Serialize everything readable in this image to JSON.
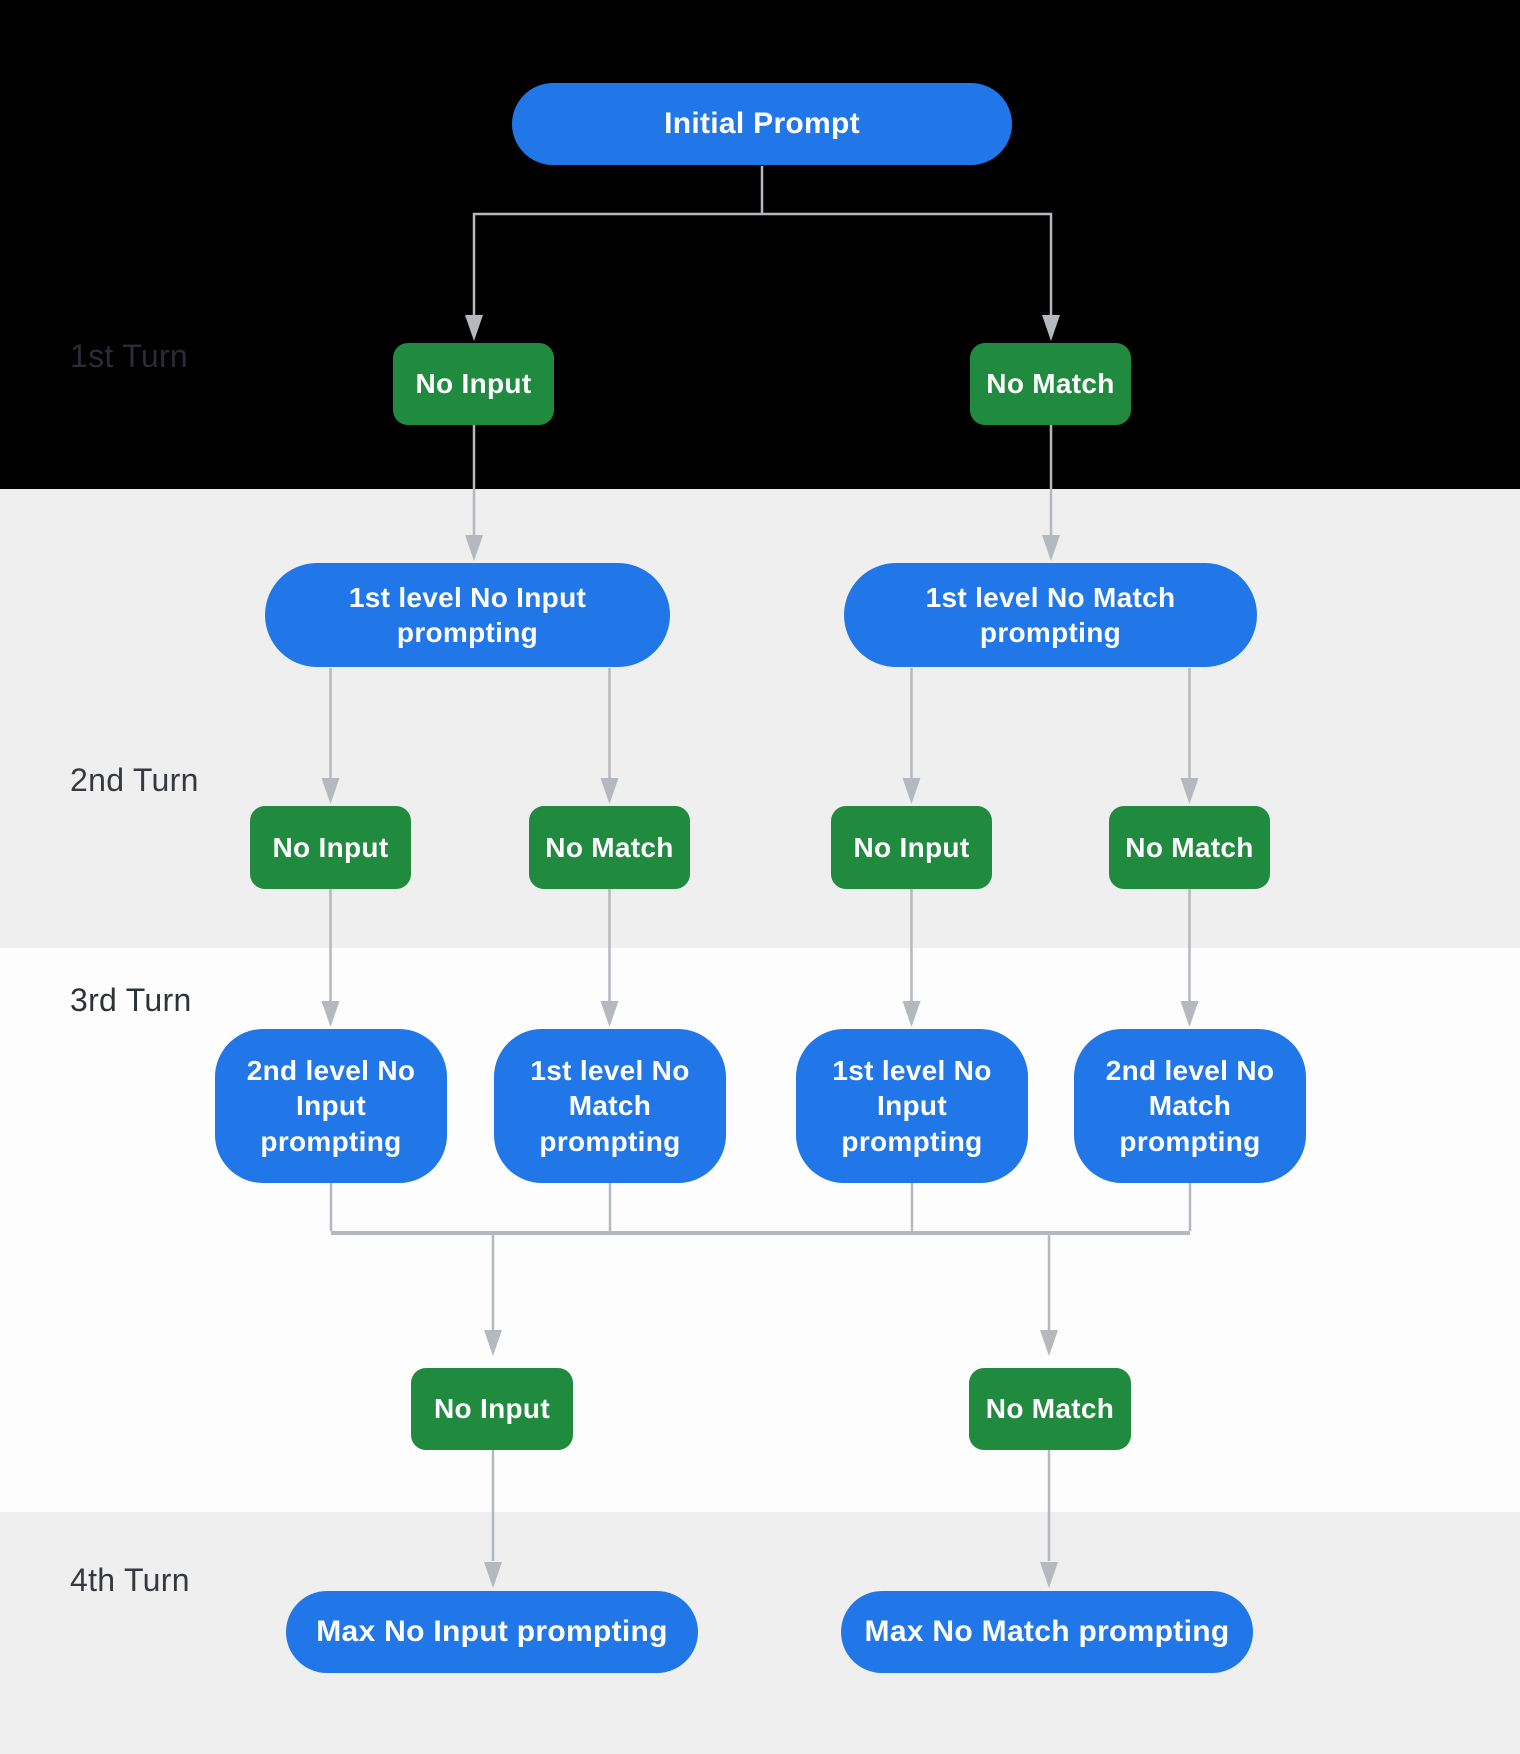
{
  "turns": [
    {
      "label": "1st Turn"
    },
    {
      "label": "2nd Turn"
    },
    {
      "label": "3rd Turn"
    },
    {
      "label": "4th Turn"
    }
  ],
  "nodes": {
    "initial_prompt": {
      "label": "Initial Prompt"
    },
    "turn1_no_input": {
      "label": "No Input"
    },
    "turn1_no_match": {
      "label": "No Match"
    },
    "turn2_no_input_prompting": {
      "label": "1st level No Input\nprompting"
    },
    "turn2_no_match_prompting": {
      "label": "1st level No Match\nprompting"
    },
    "turn2_no_input_1": {
      "label": "No Input"
    },
    "turn2_no_match_1": {
      "label": "No Match"
    },
    "turn2_no_input_2": {
      "label": "No Input"
    },
    "turn2_no_match_2": {
      "label": "No Match"
    },
    "turn3_2nd_level_no_input_prompting": {
      "label": "2nd level No\nInput\nprompting"
    },
    "turn3_1st_level_no_match_prompting": {
      "label": "1st level No\nMatch\nprompting"
    },
    "turn3_1st_level_no_input_prompting": {
      "label": "1st level No\nInput\nprompting"
    },
    "turn3_2nd_level_no_match_prompting": {
      "label": "2nd level No\nMatch\nprompting"
    },
    "turn3_no_input": {
      "label": "No Input"
    },
    "turn3_no_match": {
      "label": "No Match"
    },
    "turn4_max_no_input_prompting": {
      "label": "Max No Input prompting"
    },
    "turn4_max_no_match_prompting": {
      "label": "Max No Match prompting"
    }
  },
  "colors": {
    "node_blue": "#2176e8",
    "node_green": "#208b3e",
    "connector_gray": "#b5b8bc",
    "band_black": "#000000",
    "band_gray": "#efefef",
    "band_white": "#fdfdfd"
  }
}
